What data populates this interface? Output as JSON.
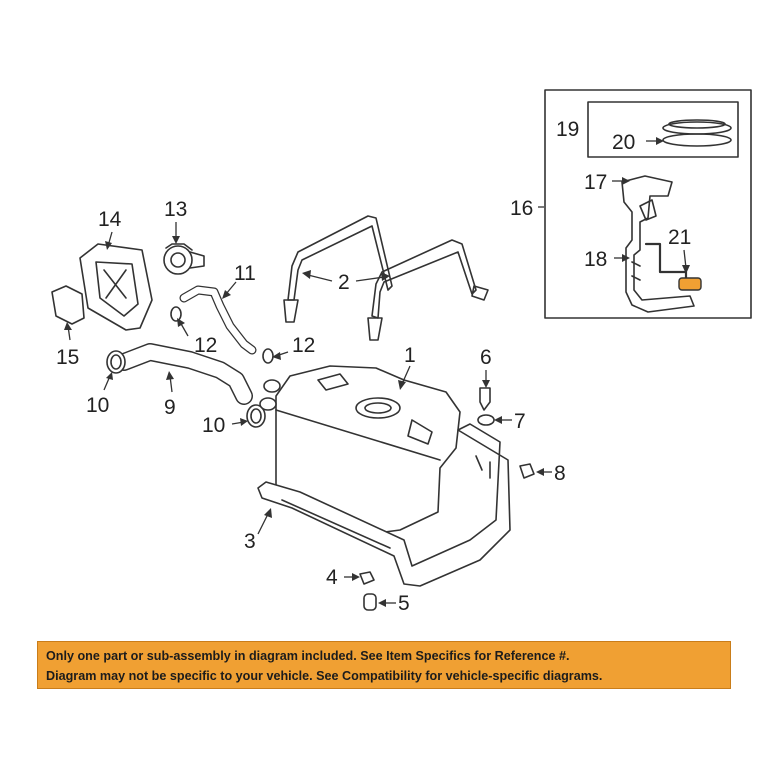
{
  "callouts": {
    "c1": "1",
    "c2": "2",
    "c3": "3",
    "c4": "4",
    "c5": "5",
    "c6": "6",
    "c7": "7",
    "c8": "8",
    "c9": "9",
    "c10a": "10",
    "c10b": "10",
    "c11": "11",
    "c12a": "12",
    "c12b": "12",
    "c13": "13",
    "c14": "14",
    "c15": "15",
    "c16": "16",
    "c17": "17",
    "c18": "18",
    "c19": "19",
    "c20": "20",
    "c21": "21"
  },
  "notice": {
    "line1": "Only one part or sub-assembly in diagram included. See Item Specifics for Reference #.",
    "line2": "Diagram may not be specific to your vehicle. See Compatibility for vehicle-specific diagrams."
  },
  "colors": {
    "notice_background": "#f0a033",
    "highlight_part": "#f0a033"
  }
}
